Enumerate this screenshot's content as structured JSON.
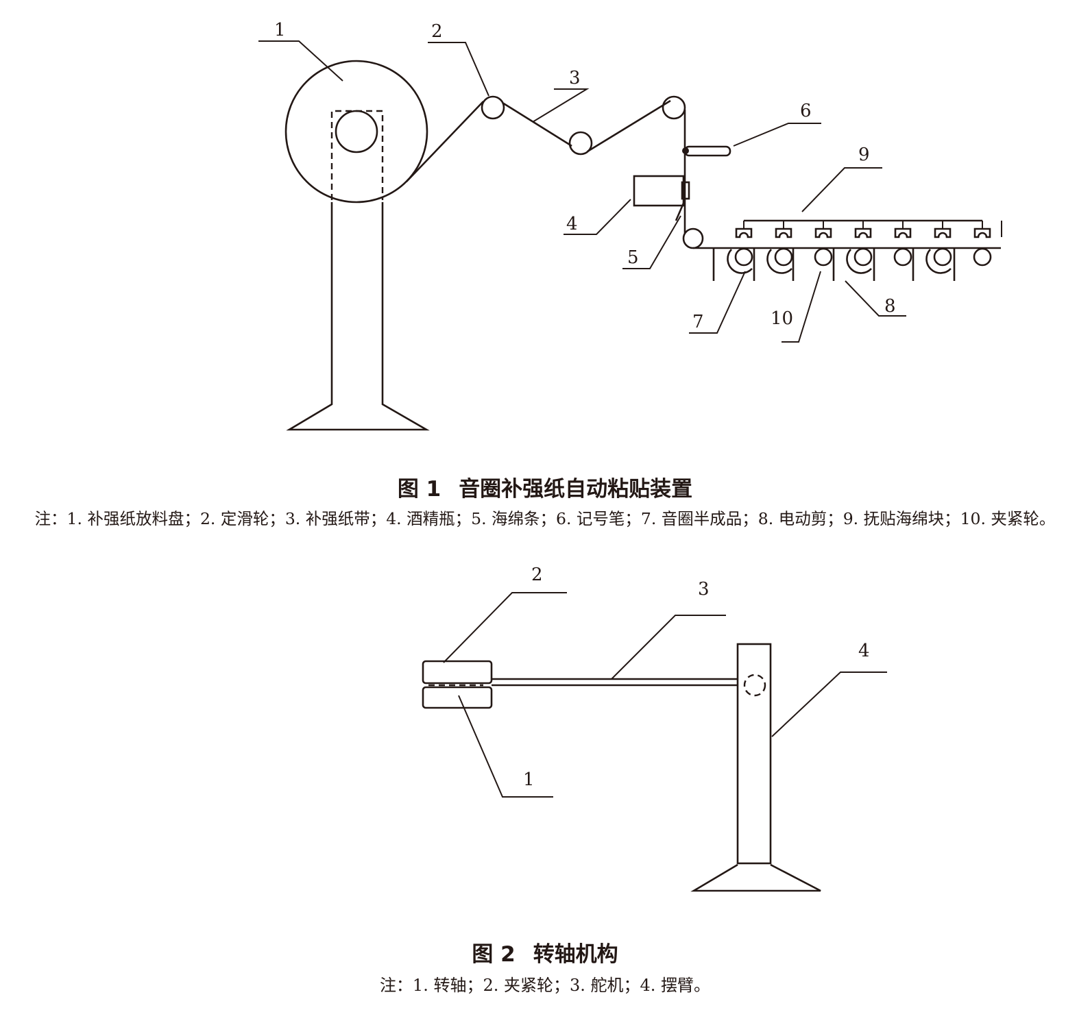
{
  "figure1": {
    "caption_num": "图 1",
    "caption_title": "音圈补强纸自动粘贴装置",
    "note": "注：1. 补强纸放料盘；2. 定滑轮；3. 补强纸带；4. 酒精瓶；5. 海绵条；6. 记号笔；7. 音圈半成品；8. 电动剪；9. 抚贴海绵块；10. 夹紧轮。",
    "labels": {
      "l1": "1",
      "l2": "2",
      "l3": "3",
      "l4": "4",
      "l5": "5",
      "l6": "6",
      "l7": "7",
      "l8": "8",
      "l9": "9",
      "l10": "10"
    }
  },
  "figure2": {
    "caption_num": "图 2",
    "caption_title": "转轴机构",
    "note": "注：1. 转轴；2. 夹紧轮；3. 舵机；4. 摆臂。",
    "labels": {
      "l1": "1",
      "l2": "2",
      "l3": "3",
      "l4": "4"
    }
  }
}
